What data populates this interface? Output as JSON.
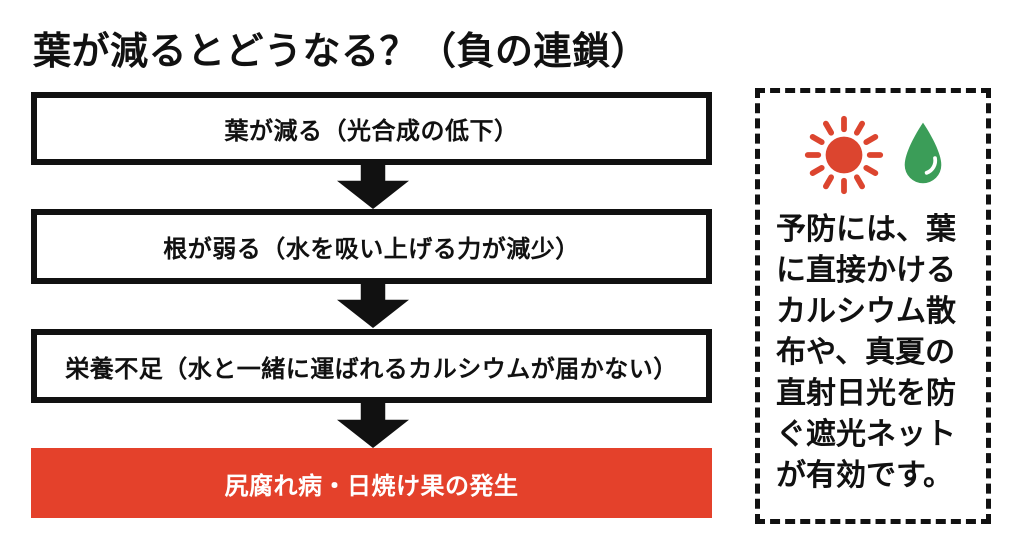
{
  "page": {
    "title": "葉が減るとどうなる？（負の連鎖）"
  },
  "flow": {
    "steps": [
      {
        "id": "leaves-decrease",
        "label": "葉が減る（光合成の低下）",
        "style": "outline"
      },
      {
        "id": "roots-weaken",
        "label": "根が弱る（水を吸い上げる力が減少）",
        "style": "outline"
      },
      {
        "id": "nutrient-deficiency",
        "label": "栄養不足（水と一緒に運ばれるカルシウムが届かない）",
        "style": "outline"
      },
      {
        "id": "disease-outcome",
        "label": "尻腐れ病・日焼け果の発生",
        "style": "danger"
      }
    ],
    "connector": "down-arrow"
  },
  "prevention_panel": {
    "icons": [
      "sun-icon",
      "water-drop-icon"
    ],
    "text": "予防には、葉に直接かけるカルシウム散布や、真夏の直射日光を防ぐ遮光ネットが有効です。"
  },
  "colors": {
    "ink": "#111111",
    "background": "#FFFFFF",
    "danger_red": "#E4412B",
    "result_text": "#FFFFFF",
    "sun_red": "#DC452F",
    "drop_green": "#3B9D58"
  }
}
